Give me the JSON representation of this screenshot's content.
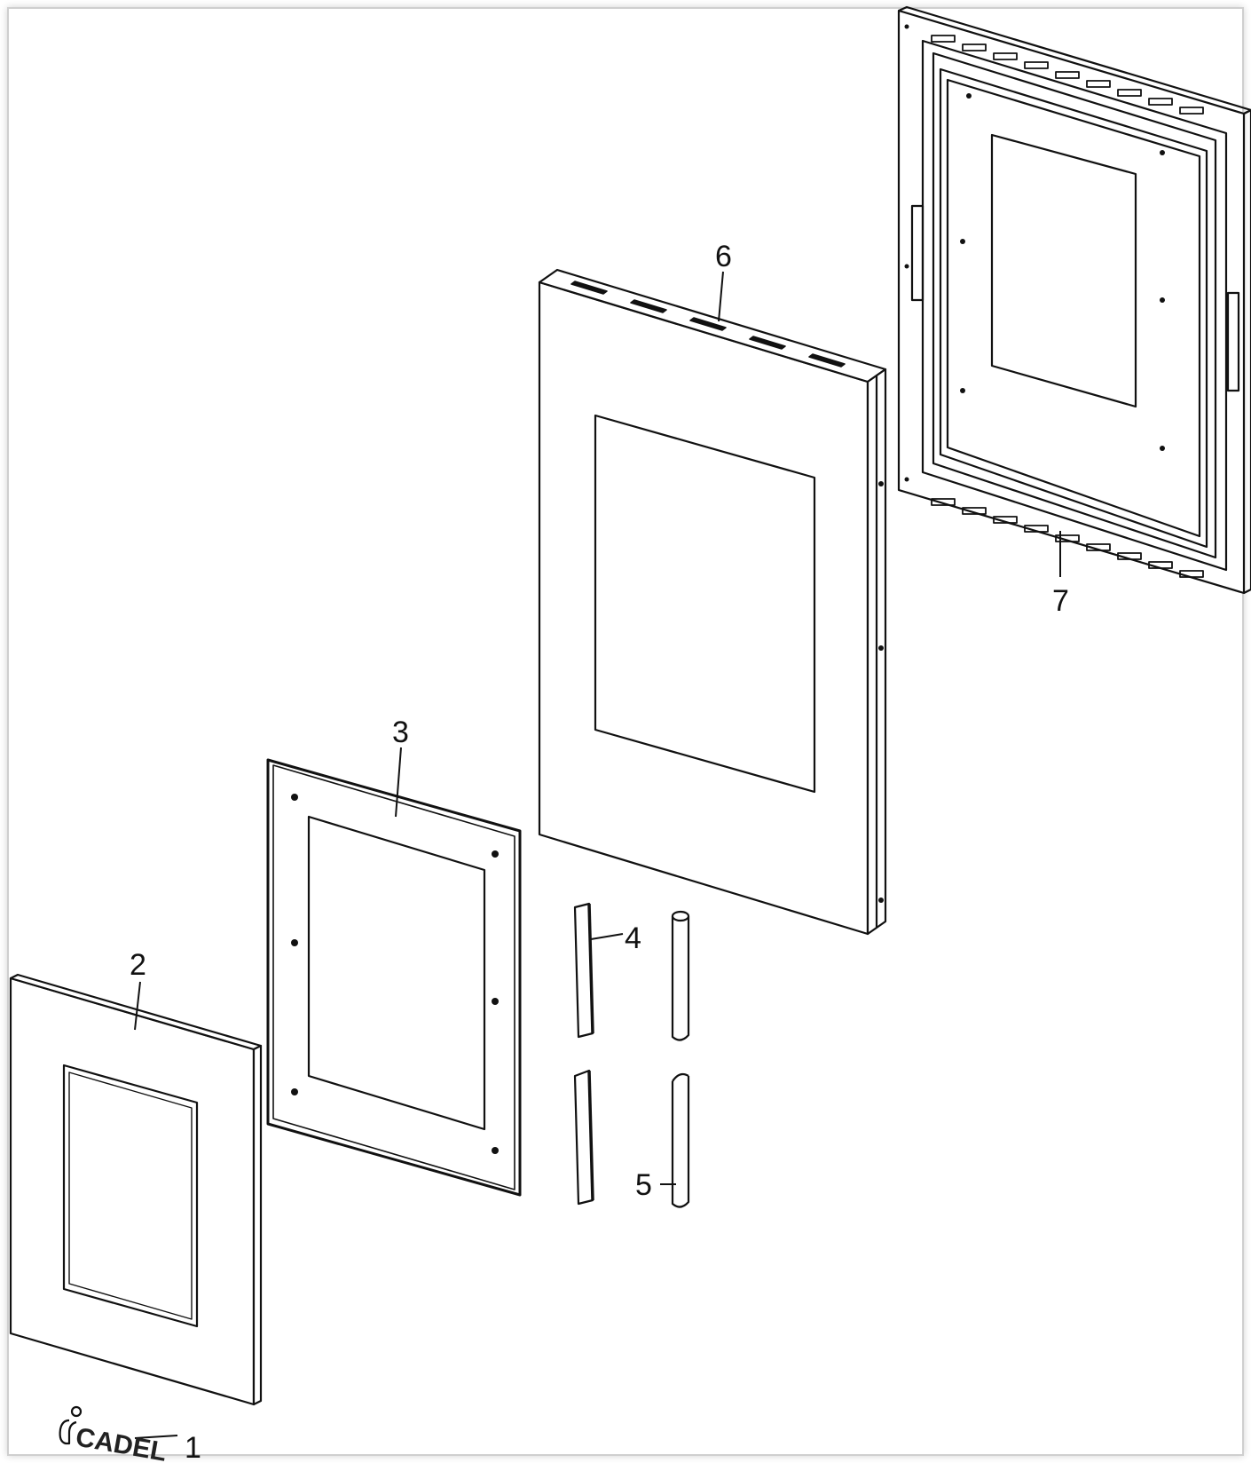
{
  "diagram": {
    "parts": [
      {
        "id": "part-1",
        "label": "1"
      },
      {
        "id": "part-2",
        "label": "2"
      },
      {
        "id": "part-3",
        "label": "3"
      },
      {
        "id": "part-4",
        "label": "4"
      },
      {
        "id": "part-5",
        "label": "5"
      },
      {
        "id": "part-6",
        "label": "6"
      },
      {
        "id": "part-7",
        "label": "7"
      }
    ],
    "logo": {
      "text": "CADEL"
    },
    "colors": {
      "line": "#111111",
      "background": "#ffffff",
      "frame_border": "#cfcfcf"
    }
  }
}
